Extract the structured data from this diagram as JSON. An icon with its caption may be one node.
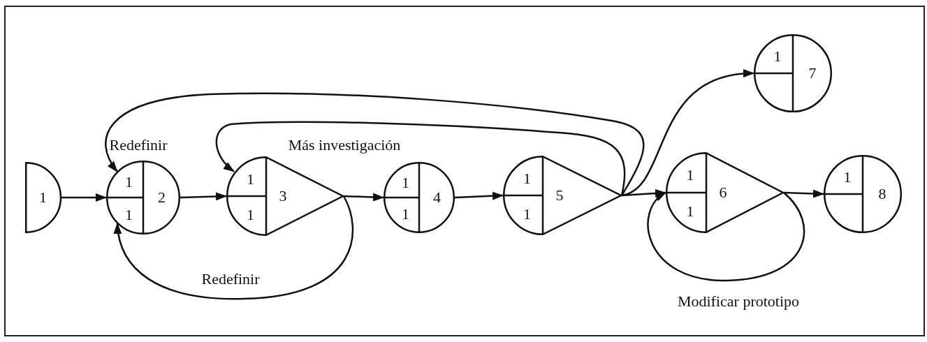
{
  "diagram": {
    "nodes": [
      {
        "text": [
          "1"
        ]
      },
      {
        "text": [
          "1",
          "1",
          "2"
        ]
      },
      {
        "text": [
          "1",
          "1",
          "3"
        ]
      },
      {
        "text": [
          "1",
          "1",
          "4"
        ]
      },
      {
        "text": [
          "1",
          "1",
          "5"
        ]
      },
      {
        "text": [
          "1",
          "1",
          "6"
        ]
      },
      {
        "text": [
          "1",
          "7"
        ]
      },
      {
        "text": [
          "1",
          "8"
        ]
      }
    ],
    "edges": [
      {
        "from": 0,
        "to": 1,
        "arrow": "to"
      },
      {
        "from": 1,
        "to": 2,
        "arrow": "to"
      },
      {
        "from": 2,
        "to": 3,
        "arrow": "to"
      },
      {
        "from": 2,
        "to": 1,
        "arrow": "to",
        "label": "Redefinir"
      },
      {
        "from": 3,
        "to": 4,
        "arrow": "to"
      },
      {
        "from": 4,
        "to": 5,
        "arrow": "to"
      },
      {
        "from": 4,
        "to": 2,
        "arrow": "to",
        "label": "Más investigación"
      },
      {
        "from": 4,
        "to": 1,
        "arrow": "to",
        "label": "Redefinir"
      },
      {
        "from": 4,
        "to": 6,
        "arrow": "to"
      },
      {
        "from": 5,
        "to": 5,
        "arrow": "to",
        "label": "Modificar prototipo"
      },
      {
        "from": 5,
        "to": 7,
        "arrow": "to"
      }
    ]
  }
}
